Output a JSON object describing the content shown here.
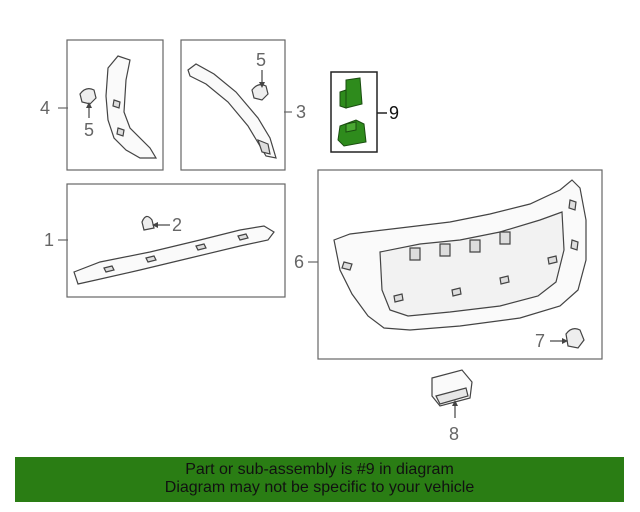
{
  "callouts": {
    "c1": "1",
    "c2": "2",
    "c3": "3",
    "c4": "4",
    "c5a": "5",
    "c5b": "5",
    "c6": "6",
    "c7": "7",
    "c8": "8",
    "c9": "9"
  },
  "banner": {
    "line1": "Part or sub-assembly is #9 in diagram",
    "line2": "Diagram may not be specific to your vehicle"
  },
  "colors": {
    "highlight_part": "#2e8b1c",
    "banner_bg": "#2a7d14",
    "outline": "#555555"
  }
}
